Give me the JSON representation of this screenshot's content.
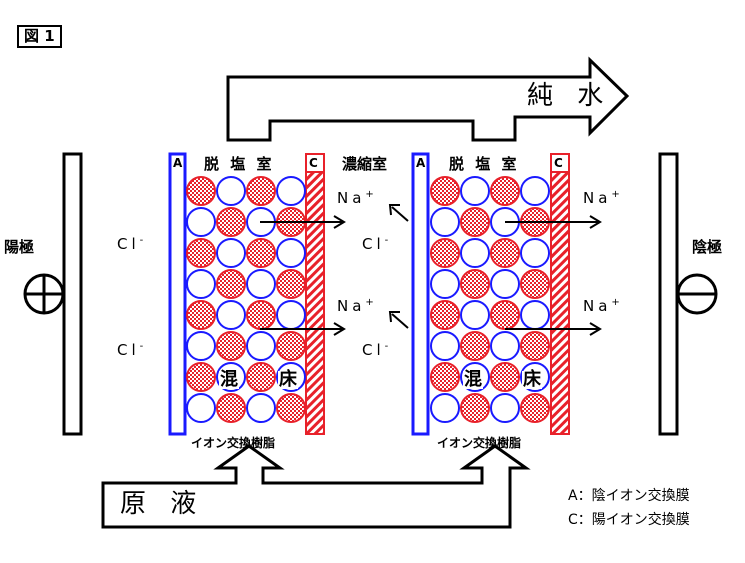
{
  "figure_label": "図 1",
  "product": "純 水",
  "feed": "原 液",
  "chambers": {
    "desalting_left": "脱 塩 室",
    "concentrating": "濃縮室",
    "desalting_right": "脱 塩 室"
  },
  "membrane_tags": {
    "anion": "A",
    "cation": "C"
  },
  "electrodes": {
    "anode": "陽極",
    "cathode": "陰極"
  },
  "ions": {
    "chloride": "Cl",
    "chloride_charge": "-",
    "sodium": "Na",
    "sodium_charge": "+"
  },
  "mixed_bed": {
    "left_char": "混",
    "right_char": "床"
  },
  "resin_label": "イオン交換樹脂",
  "legend": {
    "a": "A：陰イオン交換膜",
    "c": "C：陽イオン交換膜"
  },
  "colors": {
    "anion_membrane": "#1a1aff",
    "cation_membrane": "#e8212a",
    "line": "#000000"
  }
}
